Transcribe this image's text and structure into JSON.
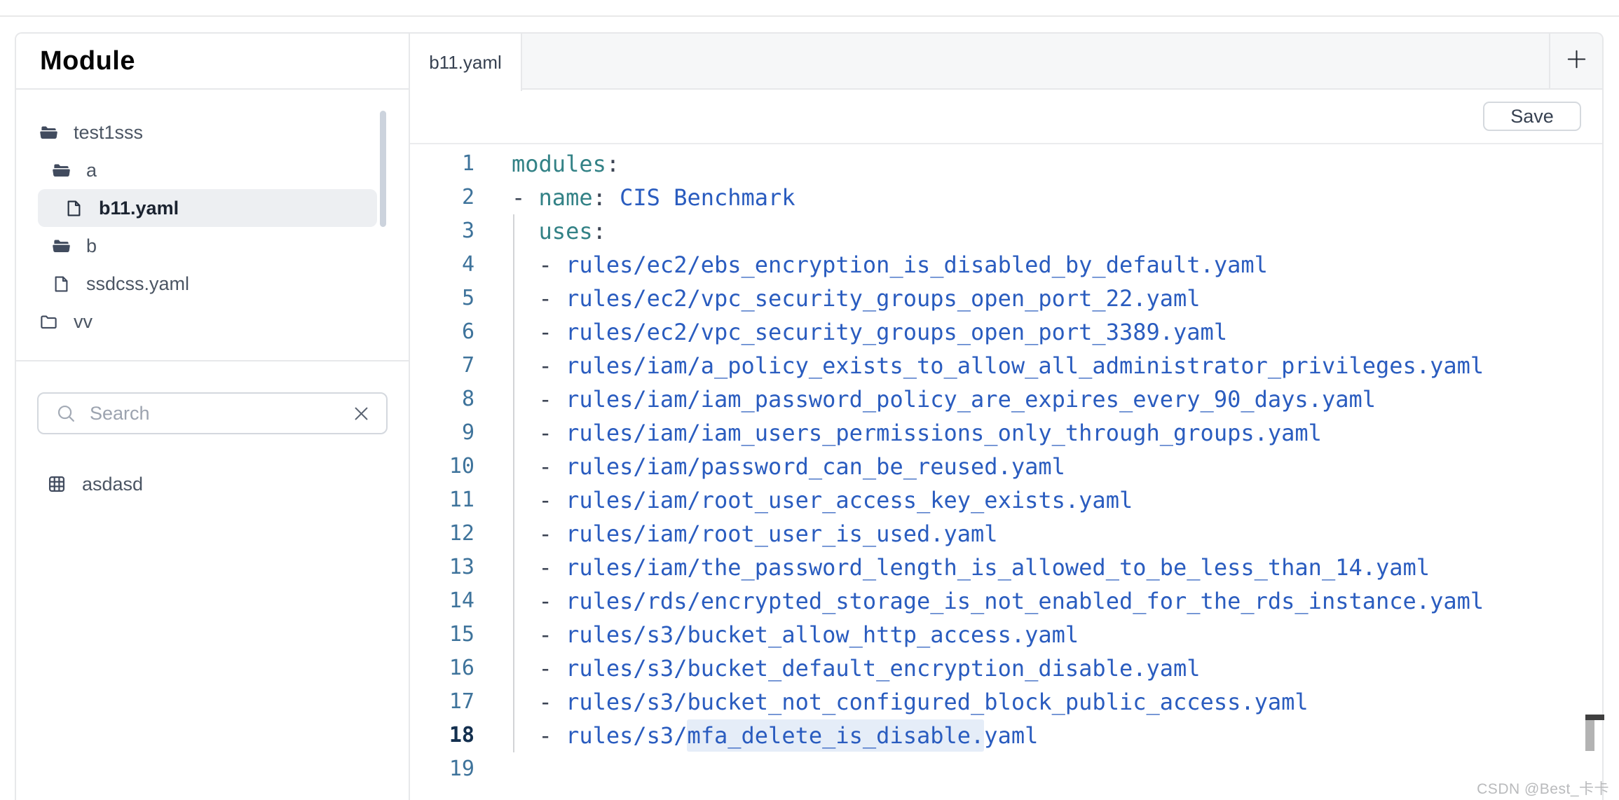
{
  "page": {
    "watermark": "CSDN @Best_卡卡"
  },
  "colors": {
    "accent_key": "#338286",
    "accent_value": "#2a5cbf",
    "line_number": "#3e739b",
    "active_line_number": "#14304f",
    "selection_highlight": "#e5edf8",
    "tree_icon": "#414b5e",
    "panel_border": "#e7e8ea",
    "tabbar_bg": "#f6f7f8",
    "selected_row_bg": "#edeff2"
  },
  "sidebar": {
    "title": "Module",
    "tree": [
      {
        "label": "test1sss",
        "icon": "folder-open-icon",
        "level": 0,
        "selected": false
      },
      {
        "label": "a",
        "icon": "folder-open-icon",
        "level": 1,
        "selected": false
      },
      {
        "label": "b11.yaml",
        "icon": "file-icon",
        "level": 2,
        "selected": true
      },
      {
        "label": "b",
        "icon": "folder-open-icon",
        "level": 1,
        "selected": false
      },
      {
        "label": "ssdcss.yaml",
        "icon": "file-icon",
        "level": 1,
        "selected": false
      },
      {
        "label": "vv",
        "icon": "folder-closed-icon",
        "level": 0,
        "selected": false
      }
    ],
    "search": {
      "placeholder": "Search",
      "icon": "search-icon",
      "clear_icon": "close-icon"
    },
    "bottom_item": {
      "label": "asdasd",
      "icon": "grid-icon"
    }
  },
  "tabs": {
    "active": "b11.yaml",
    "add_icon": "plus-icon"
  },
  "toolbar": {
    "save_label": "Save"
  },
  "editor": {
    "active_line": 18,
    "lines": [
      {
        "n": 1,
        "tokens": [
          [
            "key",
            "modules"
          ],
          [
            "pun",
            ":"
          ]
        ]
      },
      {
        "n": 2,
        "tokens": [
          [
            "pun",
            "- "
          ],
          [
            "key",
            "name"
          ],
          [
            "pun",
            ":"
          ],
          [
            "val",
            " CIS Benchmark"
          ]
        ]
      },
      {
        "n": 3,
        "tokens": [
          [
            "pun",
            "  "
          ],
          [
            "key",
            "uses"
          ],
          [
            "pun",
            ":"
          ]
        ]
      },
      {
        "n": 4,
        "tokens": [
          [
            "pun",
            "  - "
          ],
          [
            "val",
            "rules/ec2/ebs_encryption_is_disabled_by_default.yaml"
          ]
        ]
      },
      {
        "n": 5,
        "tokens": [
          [
            "pun",
            "  - "
          ],
          [
            "val",
            "rules/ec2/vpc_security_groups_open_port_22.yaml"
          ]
        ]
      },
      {
        "n": 6,
        "tokens": [
          [
            "pun",
            "  - "
          ],
          [
            "val",
            "rules/ec2/vpc_security_groups_open_port_3389.yaml"
          ]
        ]
      },
      {
        "n": 7,
        "tokens": [
          [
            "pun",
            "  - "
          ],
          [
            "val",
            "rules/iam/a_policy_exists_to_allow_all_administrator_privileges.yaml"
          ]
        ]
      },
      {
        "n": 8,
        "tokens": [
          [
            "pun",
            "  - "
          ],
          [
            "val",
            "rules/iam/iam_password_policy_are_expires_every_90_days.yaml"
          ]
        ]
      },
      {
        "n": 9,
        "tokens": [
          [
            "pun",
            "  - "
          ],
          [
            "val",
            "rules/iam/iam_users_permissions_only_through_groups.yaml"
          ]
        ]
      },
      {
        "n": 10,
        "tokens": [
          [
            "pun",
            "  - "
          ],
          [
            "val",
            "rules/iam/password_can_be_reused.yaml"
          ]
        ]
      },
      {
        "n": 11,
        "tokens": [
          [
            "pun",
            "  - "
          ],
          [
            "val",
            "rules/iam/root_user_access_key_exists.yaml"
          ]
        ]
      },
      {
        "n": 12,
        "tokens": [
          [
            "pun",
            "  - "
          ],
          [
            "val",
            "rules/iam/root_user_is_used.yaml"
          ]
        ]
      },
      {
        "n": 13,
        "tokens": [
          [
            "pun",
            "  - "
          ],
          [
            "val",
            "rules/iam/the_password_length_is_allowed_to_be_less_than_14.yaml"
          ]
        ]
      },
      {
        "n": 14,
        "tokens": [
          [
            "pun",
            "  - "
          ],
          [
            "val",
            "rules/rds/encrypted_storage_is_not_enabled_for_the_rds_instance.yaml"
          ]
        ]
      },
      {
        "n": 15,
        "tokens": [
          [
            "pun",
            "  - "
          ],
          [
            "val",
            "rules/s3/bucket_allow_http_access.yaml"
          ]
        ]
      },
      {
        "n": 16,
        "tokens": [
          [
            "pun",
            "  - "
          ],
          [
            "val",
            "rules/s3/bucket_default_encryption_disable.yaml"
          ]
        ]
      },
      {
        "n": 17,
        "tokens": [
          [
            "pun",
            "  - "
          ],
          [
            "val",
            "rules/s3/bucket_not_configured_block_public_access.yaml"
          ]
        ]
      },
      {
        "n": 18,
        "tokens": [
          [
            "pun",
            "  - "
          ],
          [
            "val",
            "rules/s3/"
          ],
          [
            "hl",
            "mfa_delete_is_disable."
          ],
          [
            "val",
            "yaml"
          ]
        ],
        "active": true
      },
      {
        "n": 19,
        "tokens": []
      }
    ]
  }
}
